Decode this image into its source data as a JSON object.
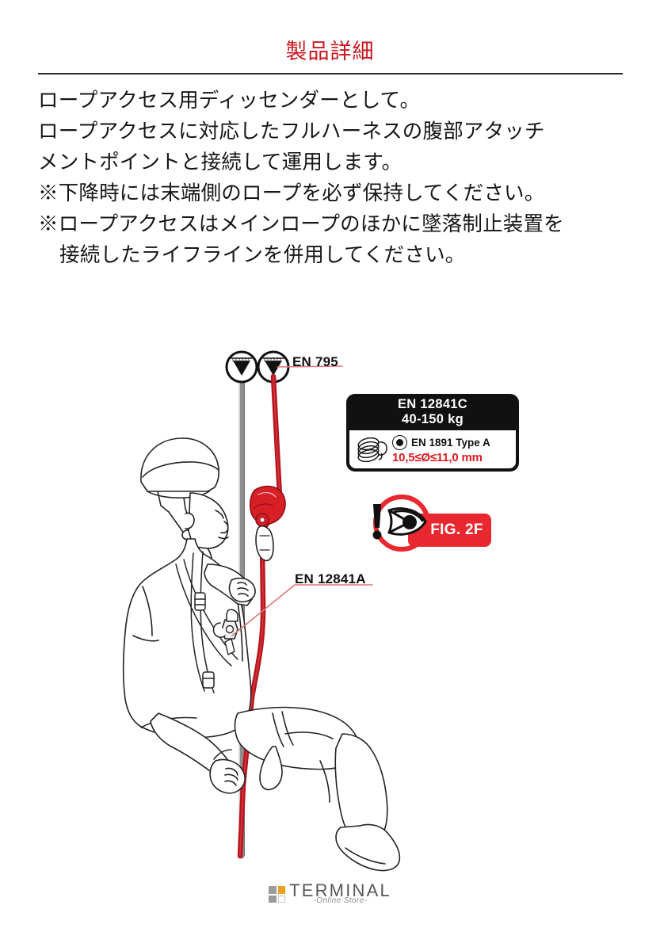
{
  "header": {
    "title": "製品詳細",
    "title_color": "#c8181f",
    "rule_color": "#2b2b2b"
  },
  "description": {
    "lines": [
      {
        "text": "ロープアクセス用ディッセンダーとして。",
        "indented": false
      },
      {
        "text": "ロープアクセスに対応したフルハーネスの腹部アタッチ",
        "indented": false
      },
      {
        "text": "メントポイントと接続して運用します。",
        "indented": false
      },
      {
        "text": "※下降時には末端側のロープを必ず保持してください。",
        "indented": false
      },
      {
        "text": "※ロープアクセスはメインロープのほかに墜落制止装置を",
        "indented": false
      },
      {
        "text": "接続したライフラインを併用してください。",
        "indented": true
      }
    ]
  },
  "illustration": {
    "alt": "ロープアクセス作業者がディッセンダーで下降している図",
    "rope_main_color": "#c41a22",
    "rope_backup_color": "#9a9a9a",
    "device_color": "#d81f26",
    "line_color": "#222222",
    "annotations": [
      {
        "id": "en795",
        "label": "EN 795"
      },
      {
        "id": "en12841a",
        "label": "EN 12841A"
      }
    ]
  },
  "spec_badge": {
    "standard": "EN 12841C",
    "weight_range": "40-150 kg",
    "rope_icon": "rope-coil-icon",
    "rope_type": "EN 1891 Type A",
    "rope_diameter": "10,5≤Ø≤11,0 mm",
    "header_bg": "#111111",
    "diameter_color": "#e01b22"
  },
  "fig_badge": {
    "label": "FIG. 2F",
    "icon": "warning-eye-icon",
    "bg": "#e8272e"
  },
  "footer": {
    "brand": "TERMINAL",
    "tagline": "-Online Store-",
    "swatches": [
      {
        "name": "top-left",
        "color": "#9b9b9b"
      },
      {
        "name": "top-right",
        "color": "#e8a01e"
      },
      {
        "name": "bottom-left",
        "color": "#9b9b9b"
      },
      {
        "name": "bottom-right",
        "color": "#ffffff"
      }
    ]
  }
}
